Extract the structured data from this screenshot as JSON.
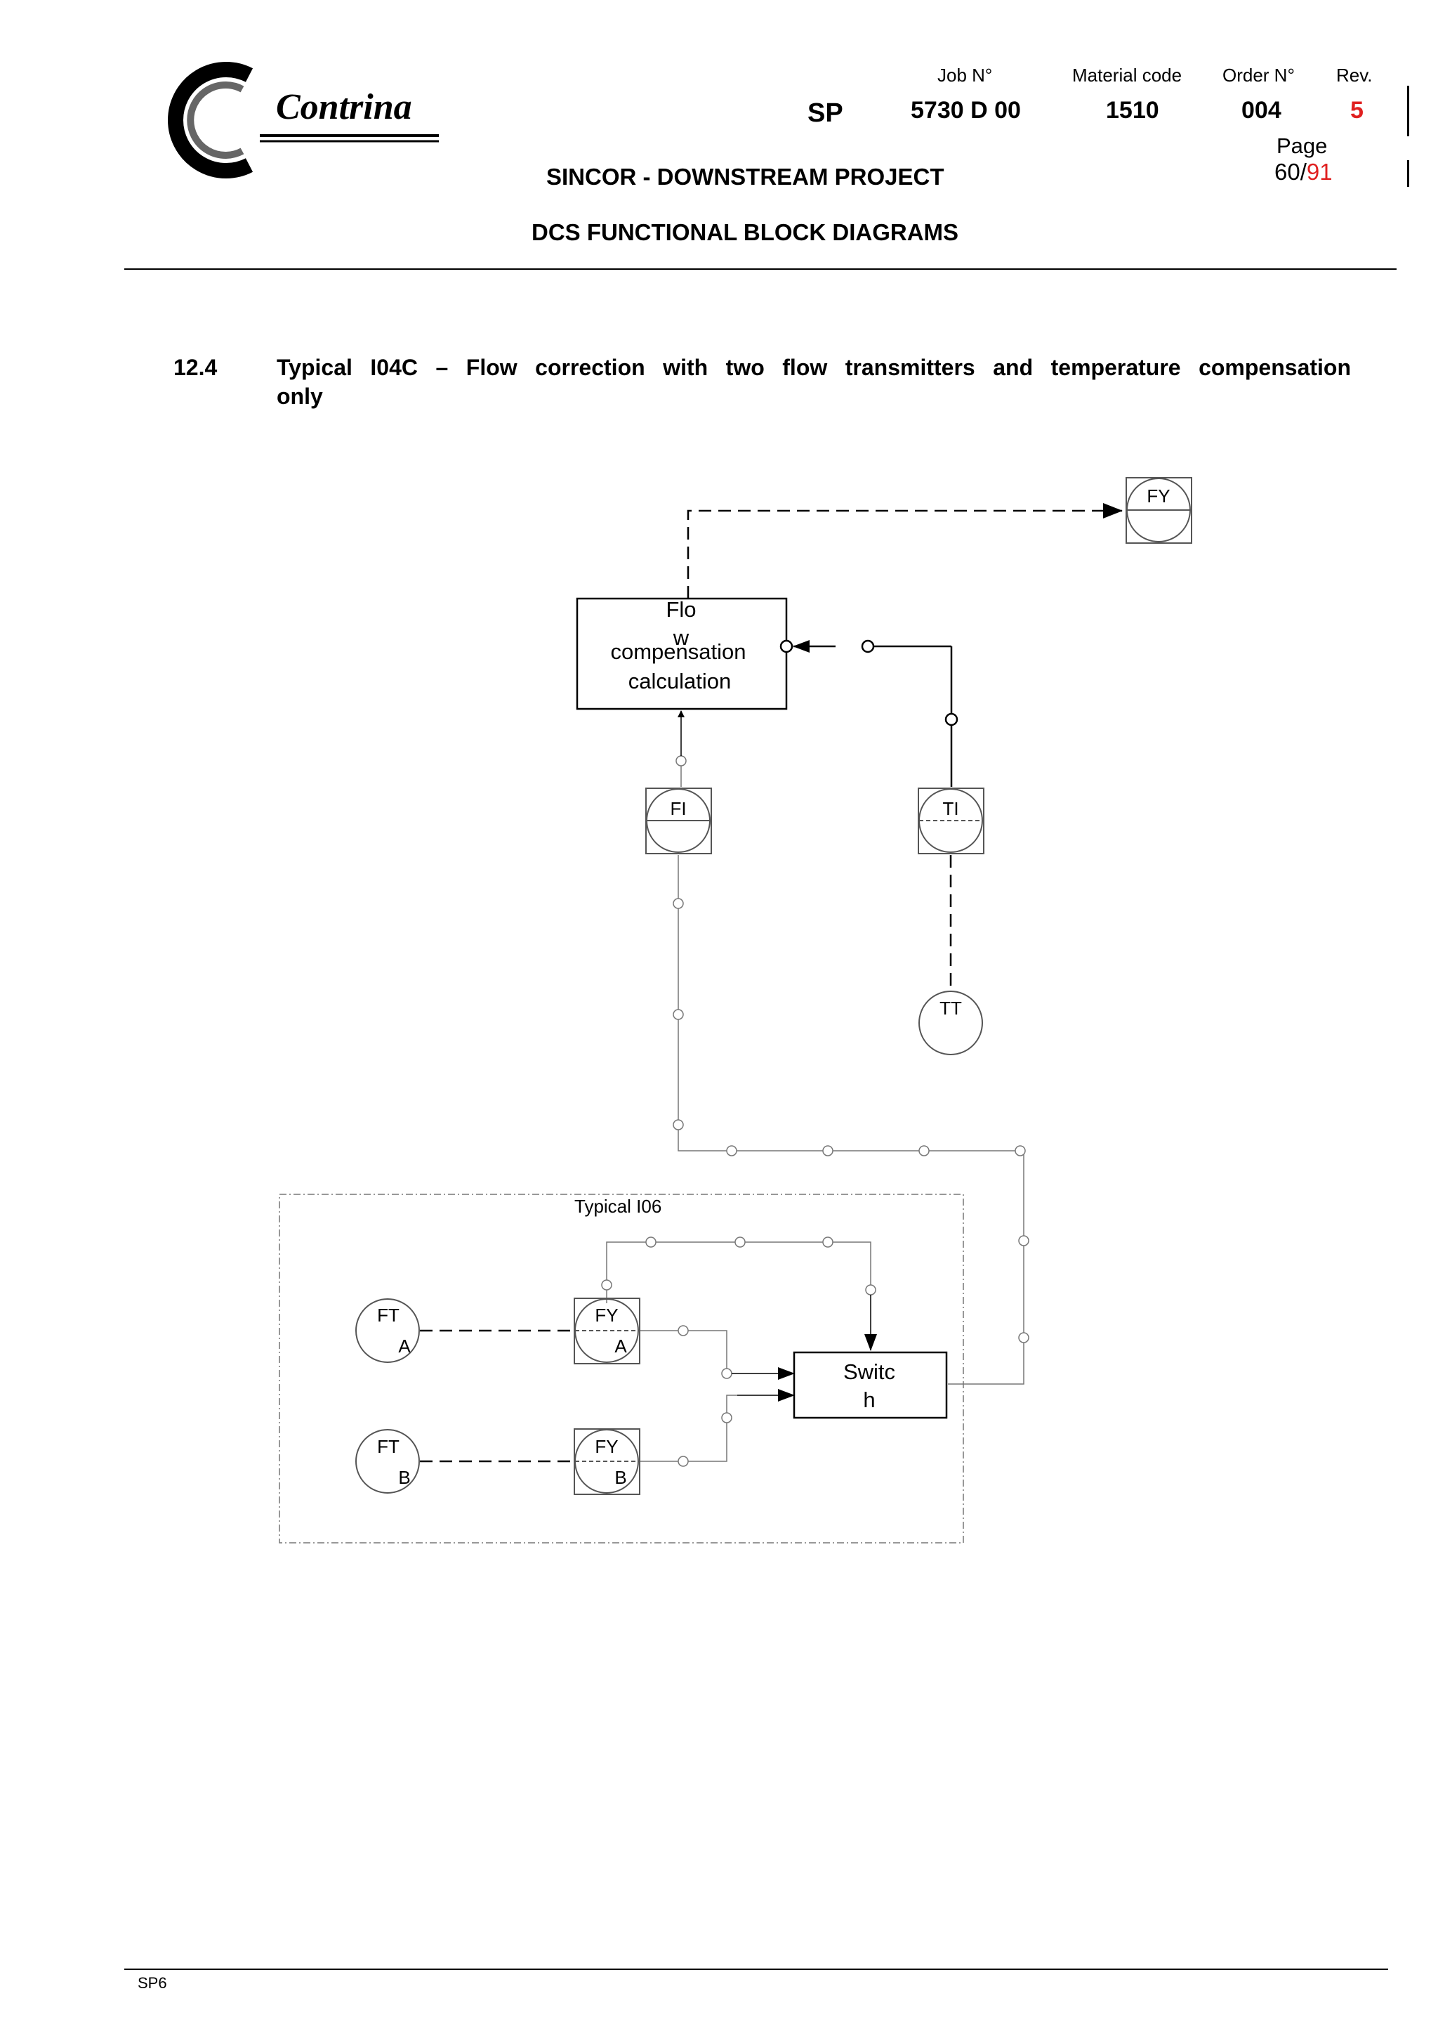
{
  "header": {
    "company": "Contrina",
    "doc_type": "SP",
    "job_label": "Job N°",
    "job_value": "5730 D 00",
    "material_label": "Material code",
    "material_value": "1510",
    "order_label": "Order N°",
    "order_value": "004",
    "rev_label": "Rev.",
    "rev_value": "5",
    "page_label": "Page",
    "page_current": "60/",
    "page_total": "91",
    "project": "SINCOR - DOWNSTREAM PROJECT",
    "subtitle": "DCS FUNCTIONAL BLOCK DIAGRAMS"
  },
  "section": {
    "number": "12.4",
    "title_line1": "Typical I04C – Flow correction with two flow transmitters and temperature compensation",
    "title_line2": "only"
  },
  "diagram": {
    "fy_top": "FY",
    "calc_line1": "Flo",
    "calc_line2": "w",
    "calc_line3": "compensation",
    "calc_line4": "calculation",
    "fi": "FI",
    "ti": "TI",
    "tt": "TT",
    "typical_label": "Typical I06",
    "fta_top": "FT",
    "fta_bot": "A",
    "fya_top": "FY",
    "fya_bot": "A",
    "ftb_top": "FT",
    "ftb_bot": "B",
    "fyb_top": "FY",
    "fyb_bot": "B",
    "switch_line1": "Switc",
    "switch_line2": "h"
  },
  "footer": {
    "code": "SP6"
  },
  "colors": {
    "accent_red": "#e02020"
  }
}
